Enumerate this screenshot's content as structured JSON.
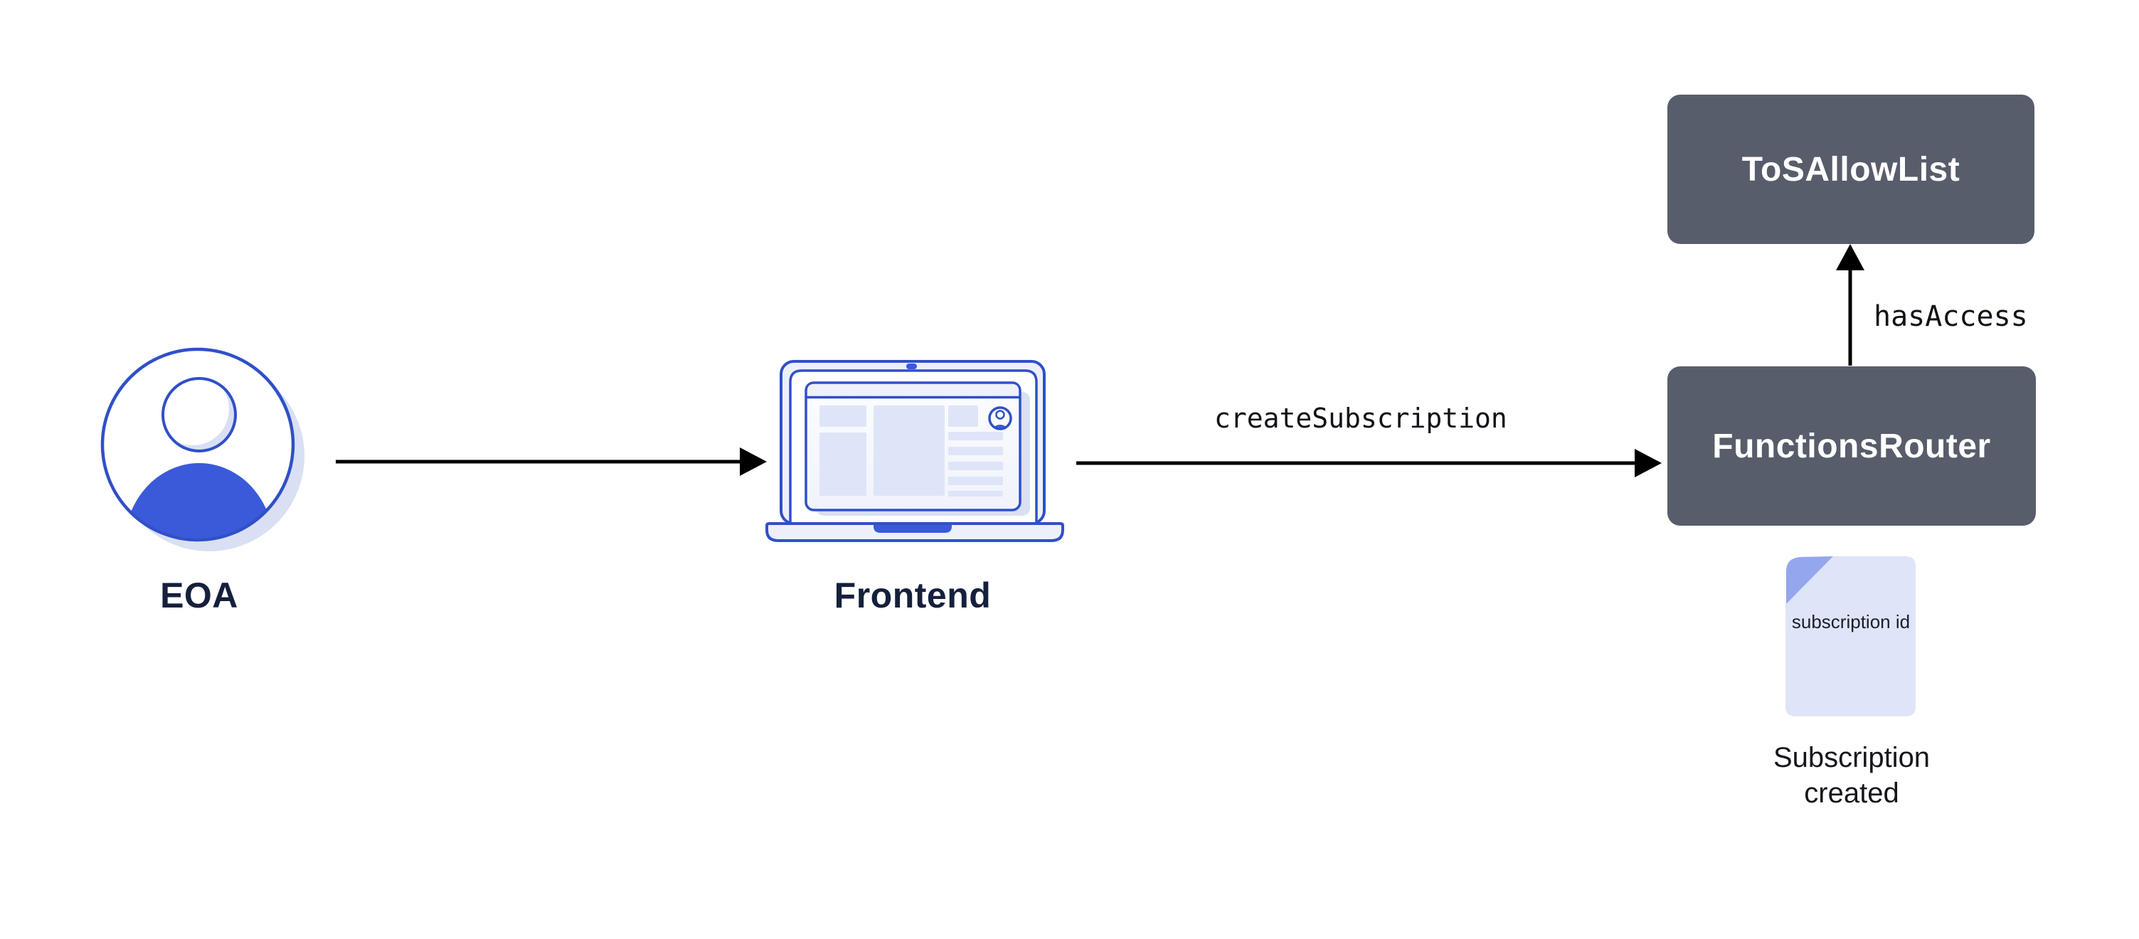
{
  "diagram": {
    "nodes": {
      "eoa": {
        "label": "EOA",
        "icon": "person-avatar-icon"
      },
      "frontend": {
        "label": "Frontend",
        "icon": "laptop-browser-icon"
      },
      "tos_allow_list": {
        "label": "ToSAllowList",
        "shape": "dark-rounded-box"
      },
      "functions_router": {
        "label": "FunctionsRouter",
        "shape": "dark-rounded-box"
      }
    },
    "edges": {
      "eoa_to_frontend": {
        "label": "",
        "direction": "right"
      },
      "frontend_to_router": {
        "label": "createSubscription",
        "direction": "right"
      },
      "router_to_tos": {
        "label": "hasAccess",
        "direction": "up"
      }
    },
    "artifact": {
      "icon": "document-folded-corner-icon",
      "doc_text": "subscription id",
      "caption": "Subscription created"
    },
    "colors": {
      "accent-blue": "#3050c8",
      "fill-blue": "#3a5ad9",
      "light-blue": "#dfe5f8",
      "shadow-blue": "#d9e0f4",
      "fold-blue": "#94a7ee",
      "node-gray": "#575d6a",
      "text-navy": "#15203c",
      "text-black": "#101217",
      "arrow-black": "#000000",
      "bg": "#ffffff"
    }
  }
}
